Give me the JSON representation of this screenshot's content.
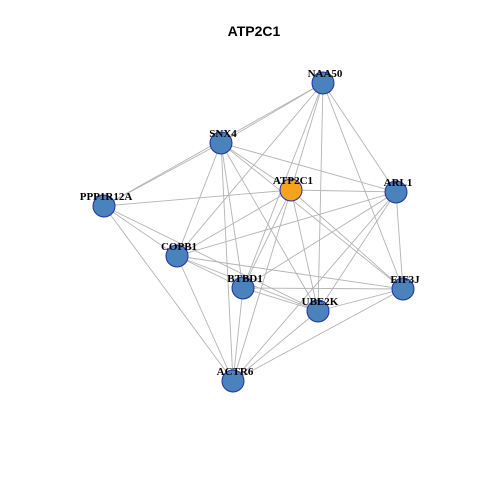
{
  "title": "ATP2C1",
  "colors": {
    "node": "#4a82bc",
    "focus": "#f5a21c",
    "border": "#1f2fa8",
    "edge": "#b3b3b3"
  },
  "nodes": [
    {
      "id": "NAA50",
      "label": "NAA50",
      "focus": false
    },
    {
      "id": "SNX4",
      "label": "SNX4",
      "focus": false
    },
    {
      "id": "ATP2C1",
      "label": "ATP2C1",
      "focus": true
    },
    {
      "id": "ARL1",
      "label": "ARL1",
      "focus": false
    },
    {
      "id": "PPP1R12A",
      "label": "PPP1R12A",
      "focus": false
    },
    {
      "id": "COPB1",
      "label": "COPB1",
      "focus": false
    },
    {
      "id": "BTBD1",
      "label": "BTBD1",
      "focus": false
    },
    {
      "id": "EIF3J",
      "label": "EIF3J",
      "focus": false
    },
    {
      "id": "UBE2K",
      "label": "UBE2K",
      "focus": false
    },
    {
      "id": "ACTR6",
      "label": "ACTR6",
      "focus": false
    }
  ],
  "edges": [
    [
      "NAA50",
      "SNX4"
    ],
    [
      "NAA50",
      "PPP1R12A"
    ],
    [
      "NAA50",
      "ATP2C1"
    ],
    [
      "NAA50",
      "ARL1"
    ],
    [
      "NAA50",
      "EIF3J"
    ],
    [
      "NAA50",
      "BTBD1"
    ],
    [
      "NAA50",
      "UBE2K"
    ],
    [
      "NAA50",
      "COPB1"
    ],
    [
      "SNX4",
      "PPP1R12A"
    ],
    [
      "SNX4",
      "ATP2C1"
    ],
    [
      "SNX4",
      "ARL1"
    ],
    [
      "SNX4",
      "COPB1"
    ],
    [
      "SNX4",
      "BTBD1"
    ],
    [
      "SNX4",
      "UBE2K"
    ],
    [
      "SNX4",
      "EIF3J"
    ],
    [
      "SNX4",
      "ACTR6"
    ],
    [
      "ATP2C1",
      "ARL1"
    ],
    [
      "ATP2C1",
      "PPP1R12A"
    ],
    [
      "ATP2C1",
      "COPB1"
    ],
    [
      "ATP2C1",
      "BTBD1"
    ],
    [
      "ATP2C1",
      "UBE2K"
    ],
    [
      "ATP2C1",
      "EIF3J"
    ],
    [
      "ATP2C1",
      "ACTR6"
    ],
    [
      "ARL1",
      "COPB1"
    ],
    [
      "ARL1",
      "BTBD1"
    ],
    [
      "ARL1",
      "UBE2K"
    ],
    [
      "ARL1",
      "EIF3J"
    ],
    [
      "ARL1",
      "ACTR6"
    ],
    [
      "PPP1R12A",
      "COPB1"
    ],
    [
      "PPP1R12A",
      "UBE2K"
    ],
    [
      "PPP1R12A",
      "ACTR6"
    ],
    [
      "COPB1",
      "BTBD1"
    ],
    [
      "COPB1",
      "UBE2K"
    ],
    [
      "COPB1",
      "EIF3J"
    ],
    [
      "COPB1",
      "ACTR6"
    ],
    [
      "BTBD1",
      "UBE2K"
    ],
    [
      "BTBD1",
      "EIF3J"
    ],
    [
      "BTBD1",
      "ACTR6"
    ],
    [
      "UBE2K",
      "EIF3J"
    ],
    [
      "UBE2K",
      "ACTR6"
    ],
    [
      "EIF3J",
      "ACTR6"
    ]
  ]
}
